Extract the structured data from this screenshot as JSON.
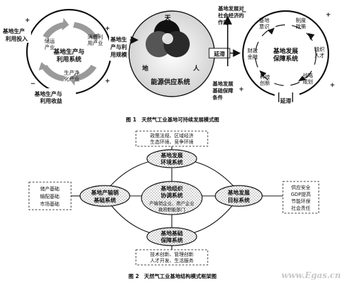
{
  "fig1": {
    "left": {
      "top_label": [
        "基地生产",
        "利用投入"
      ],
      "bottom_label": [
        "基地生产与",
        "利用收益"
      ],
      "center": [
        "基地生产与",
        "利用系统"
      ],
      "sub_tl": [
        "储运",
        "产业"
      ],
      "sub_tr": [
        "消费利",
        "用产业"
      ],
      "sub_b": [
        "生产净",
        "化产业"
      ],
      "right_text": [
        "基地生",
        "产与利",
        "用规模"
      ]
    },
    "middle": {
      "sky": "天",
      "earth": "地",
      "human": "人",
      "title": "能源供应系统"
    },
    "delay1": "延滞",
    "delay2": "延滞",
    "top_arrow_text": [
      "基地发展对",
      "社会经济的",
      "作用"
    ],
    "bottom_arrow_text": [
      "基地发展",
      "基础保障",
      "条件"
    ],
    "right": {
      "center": [
        "基地发展",
        "保障系统"
      ],
      "items": [
        [
          "基地",
          "意识"
        ],
        [
          "制度",
          "政策"
        ],
        [
          "组织",
          "人才"
        ],
        [
          "战略",
          "规划"
        ],
        [
          "科技",
          "创新"
        ],
        [
          "财政",
          "金融"
        ]
      ]
    },
    "signs": {
      "plus": "+",
      "minus": "−"
    },
    "caption": "图 1　天然气工业基地可持续发展模式图"
  },
  "fig2": {
    "top_note": [
      "政策法规、区域经济",
      "生态环境、竞争环境"
    ],
    "top_node": [
      "基地发展",
      "环境系统"
    ],
    "left_note": [
      "储产基础",
      "输配基础",
      "市场基础"
    ],
    "left_node": [
      "基地产输销",
      "基础系统"
    ],
    "center_node": [
      "基地组织",
      "协调系统"
    ],
    "center_sub": [
      "产输销企业、用户企业",
      "政府职能部门"
    ],
    "right_node": [
      "基地发展",
      "目标系统"
    ],
    "right_note": [
      "供应安全",
      "GDP提高",
      "节能环保",
      "社会责任"
    ],
    "bottom_node": [
      "基地基础",
      "保障系统"
    ],
    "bottom_note": [
      "技术创新、管理创新",
      "人才开发、生活服务"
    ],
    "caption": "图 2　天然气工业基地结构模式框架图"
  },
  "watermark": "www.Egas.cn"
}
